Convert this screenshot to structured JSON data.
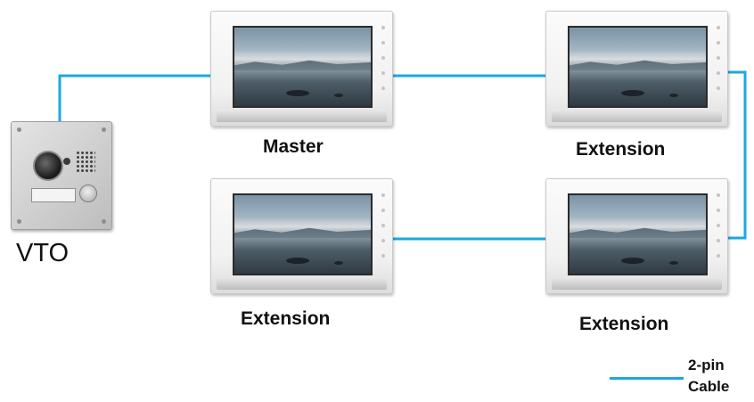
{
  "diagram": {
    "vto": {
      "label": "VTO"
    },
    "monitors": [
      {
        "id": "master",
        "label": "Master"
      },
      {
        "id": "ext1",
        "label": "Extension"
      },
      {
        "id": "ext2",
        "label": "Extension"
      },
      {
        "id": "ext3",
        "label": "Extension"
      }
    ],
    "legend": {
      "line1": "2-pin",
      "line2": "Cable"
    },
    "colors": {
      "cable": "#1aa8e0"
    }
  }
}
